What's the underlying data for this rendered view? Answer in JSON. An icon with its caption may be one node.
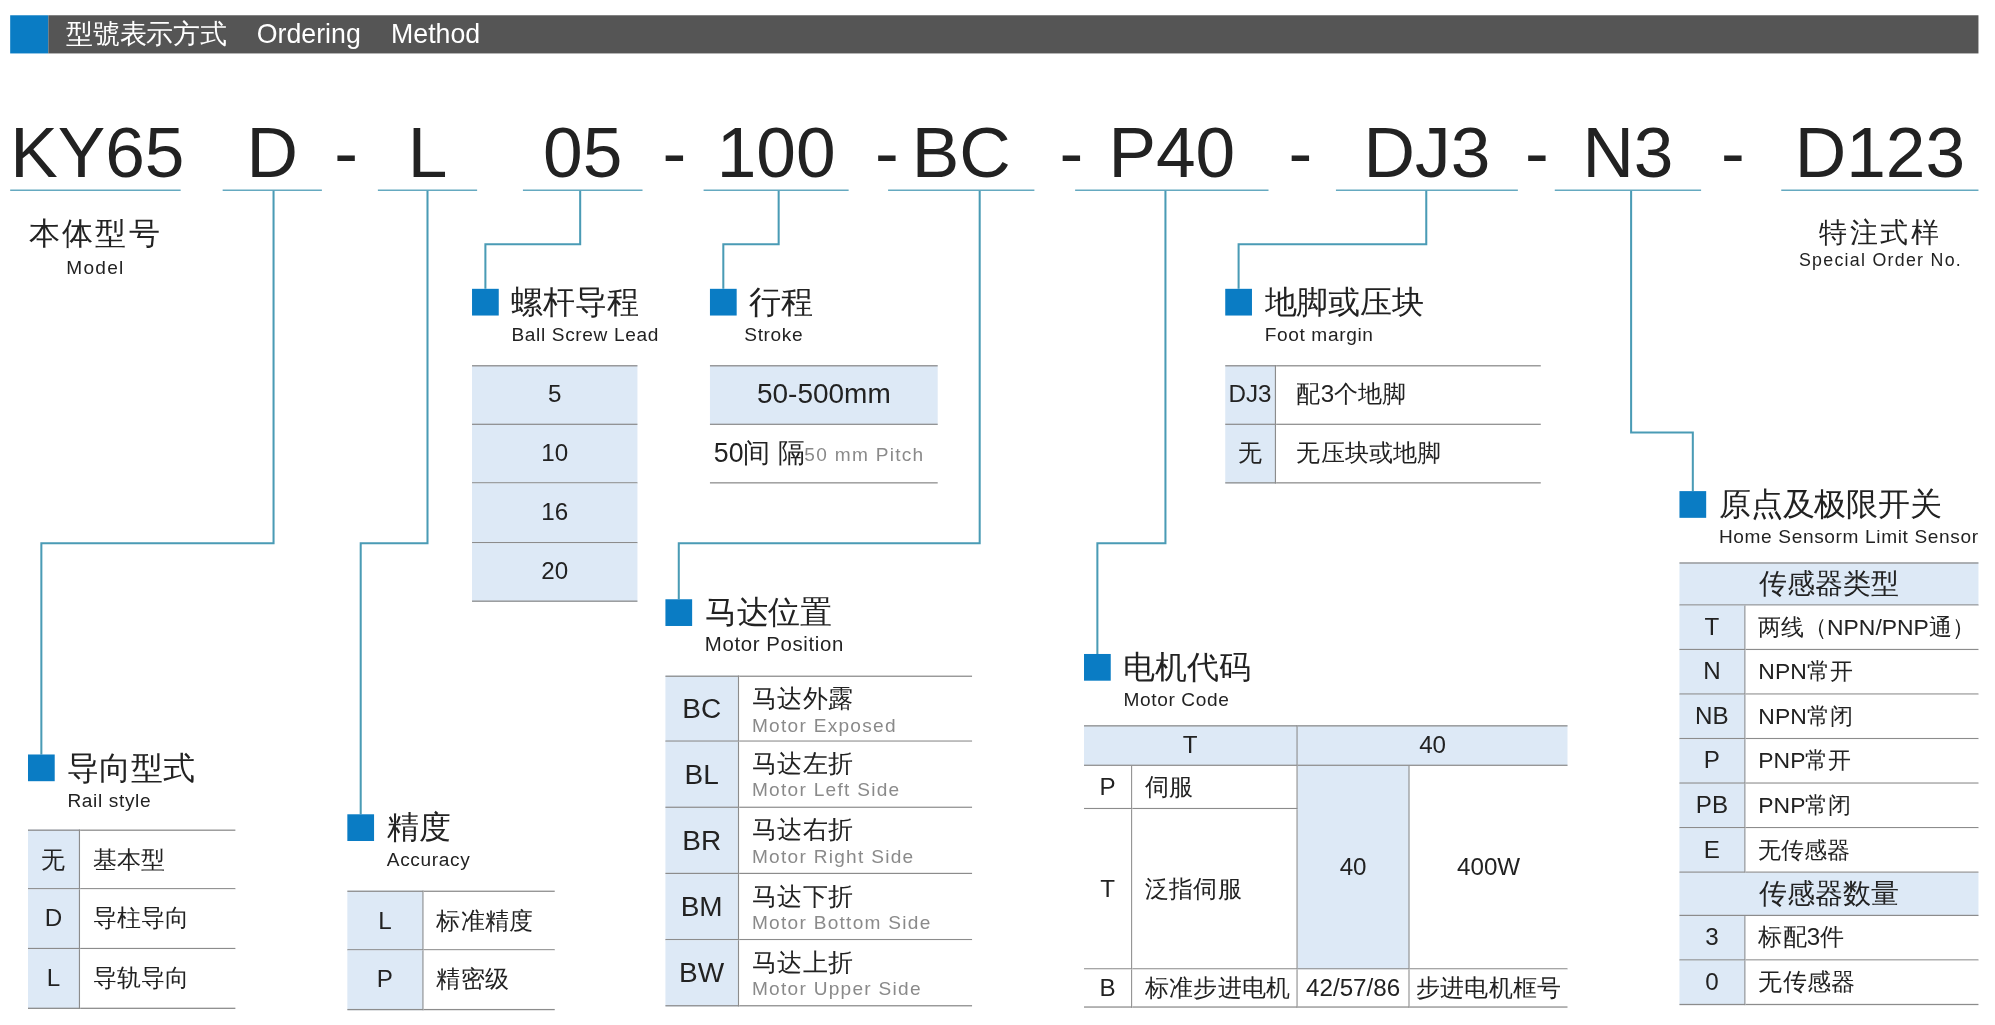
{
  "diagram": {
    "title": "型號表示方式 Ordering Method",
    "nodes": [
      {
        "text": [
          "KY65"
        ],
        "beside": [
          "本体型号",
          "Model"
        ]
      },
      {
        "text": [
          "D"
        ]
      },
      {
        "text": [
          "L"
        ]
      },
      {
        "text": [
          "05"
        ]
      },
      {
        "text": [
          "100"
        ]
      },
      {
        "text": [
          "BC"
        ]
      },
      {
        "text": [
          "P40"
        ]
      },
      {
        "text": [
          "DJ3"
        ]
      },
      {
        "text": [
          "N3"
        ]
      },
      {
        "text": [
          "D123"
        ],
        "beside": [
          "特注式样",
          "Special Order No."
        ]
      },
      {
        "text": [
          "导向型式",
          "Rail style",
          "无",
          "基本型",
          "D",
          "导柱导向",
          "L",
          "导轨导向"
        ]
      },
      {
        "text": [
          "精度",
          "Accuracy",
          "L",
          "标准精度",
          "P",
          "精密级"
        ]
      },
      {
        "text": [
          "螺杆导程",
          "Ball Screw Lead",
          "5",
          "10",
          "16",
          "20"
        ]
      },
      {
        "text": [
          "行程",
          "Stroke",
          "50-500mm",
          "50间 隔",
          "50 mm Pitch"
        ]
      },
      {
        "text": [
          "马达位置",
          "Motor Position",
          "BC",
          "马达外露",
          "Motor Exposed",
          "BL",
          "马达左折",
          "Motor Left Side",
          "BR",
          "马达右折",
          "Motor Right Side",
          "BM",
          "马达下折",
          "Motor Bottom Side",
          "BW",
          "马达上折",
          "Motor Upper Side"
        ]
      },
      {
        "text": [
          "电机代码",
          "Motor Code",
          "T",
          "40",
          "P",
          "伺服",
          "T",
          "泛指伺服",
          "40",
          "400W",
          "B",
          "标准步进电机",
          "42/57/86",
          "步进电机框号"
        ]
      },
      {
        "text": [
          "地脚或压块",
          "Foot margin",
          "DJ3",
          "配3个地脚",
          "无",
          "无压块或地脚"
        ]
      },
      {
        "text": [
          "原点及极限开关",
          "Home Sensorm Limit Sensor",
          "传感器类型",
          "T",
          "两线（NPN/PNP通）",
          "N",
          "NPN常开",
          "NB",
          "NPN常闭",
          "P",
          "PNP常开",
          "PB",
          "PNP常闭",
          "E",
          "无传感器",
          "传感器数量",
          "3",
          "标配3件",
          "0",
          "无传感器"
        ]
      }
    ],
    "edges": [
      {
        "from": 1,
        "to": 10,
        "arrow": "none"
      },
      {
        "from": 2,
        "to": 11,
        "arrow": "none"
      },
      {
        "from": 3,
        "to": 12,
        "arrow": "none"
      },
      {
        "from": 4,
        "to": 13,
        "arrow": "none"
      },
      {
        "from": 5,
        "to": 14,
        "arrow": "none"
      },
      {
        "from": 6,
        "to": 15,
        "arrow": "none"
      },
      {
        "from": 7,
        "to": 16,
        "arrow": "none"
      },
      {
        "from": 8,
        "to": 17,
        "arrow": "none"
      }
    ],
    "labels": [
      "-",
      "-",
      "-",
      "-",
      "-",
      "-",
      "-"
    ]
  }
}
